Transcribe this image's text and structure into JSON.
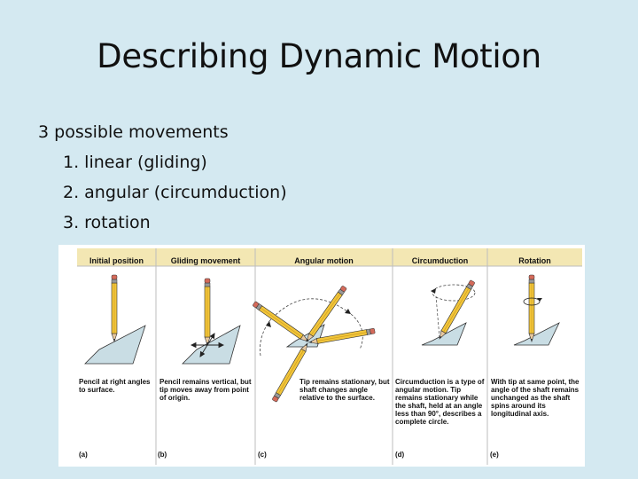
{
  "slide": {
    "title": "Describing Dynamic Motion",
    "intro": "3 possible movements",
    "items": [
      "1. linear (gliding)",
      "2. angular (circumduction)",
      "3. rotation"
    ]
  },
  "figure": {
    "panels": [
      {
        "header": "Initial position",
        "caption": "Pencil at right angles to surface.",
        "label": "(a)"
      },
      {
        "header": "Gliding movement",
        "caption": "Pencil remains vertical, but tip moves away from point of origin.",
        "label": "(b)"
      },
      {
        "header": "Angular motion",
        "caption": "Tip remains stationary, but shaft changes angle relative to the surface.",
        "label": "(c)"
      },
      {
        "header": "Circumduction",
        "caption": "Circumduction is a type of angular motion. Tip remains stationary while the shaft, held at an angle less than 90°, describes a complete circle.",
        "label": "(d)"
      },
      {
        "header": "Rotation",
        "caption": "With tip at same point, the angle of the shaft remains unchanged as the shaft spins around its longitudinal axis.",
        "label": "(e)"
      }
    ],
    "colors": {
      "header_bg": "#f3e7b3",
      "surface": "#c9dde4",
      "pencil": "#f2c53a",
      "eraser": "#d46a5a",
      "page_bg": "#d4e9f1"
    }
  }
}
